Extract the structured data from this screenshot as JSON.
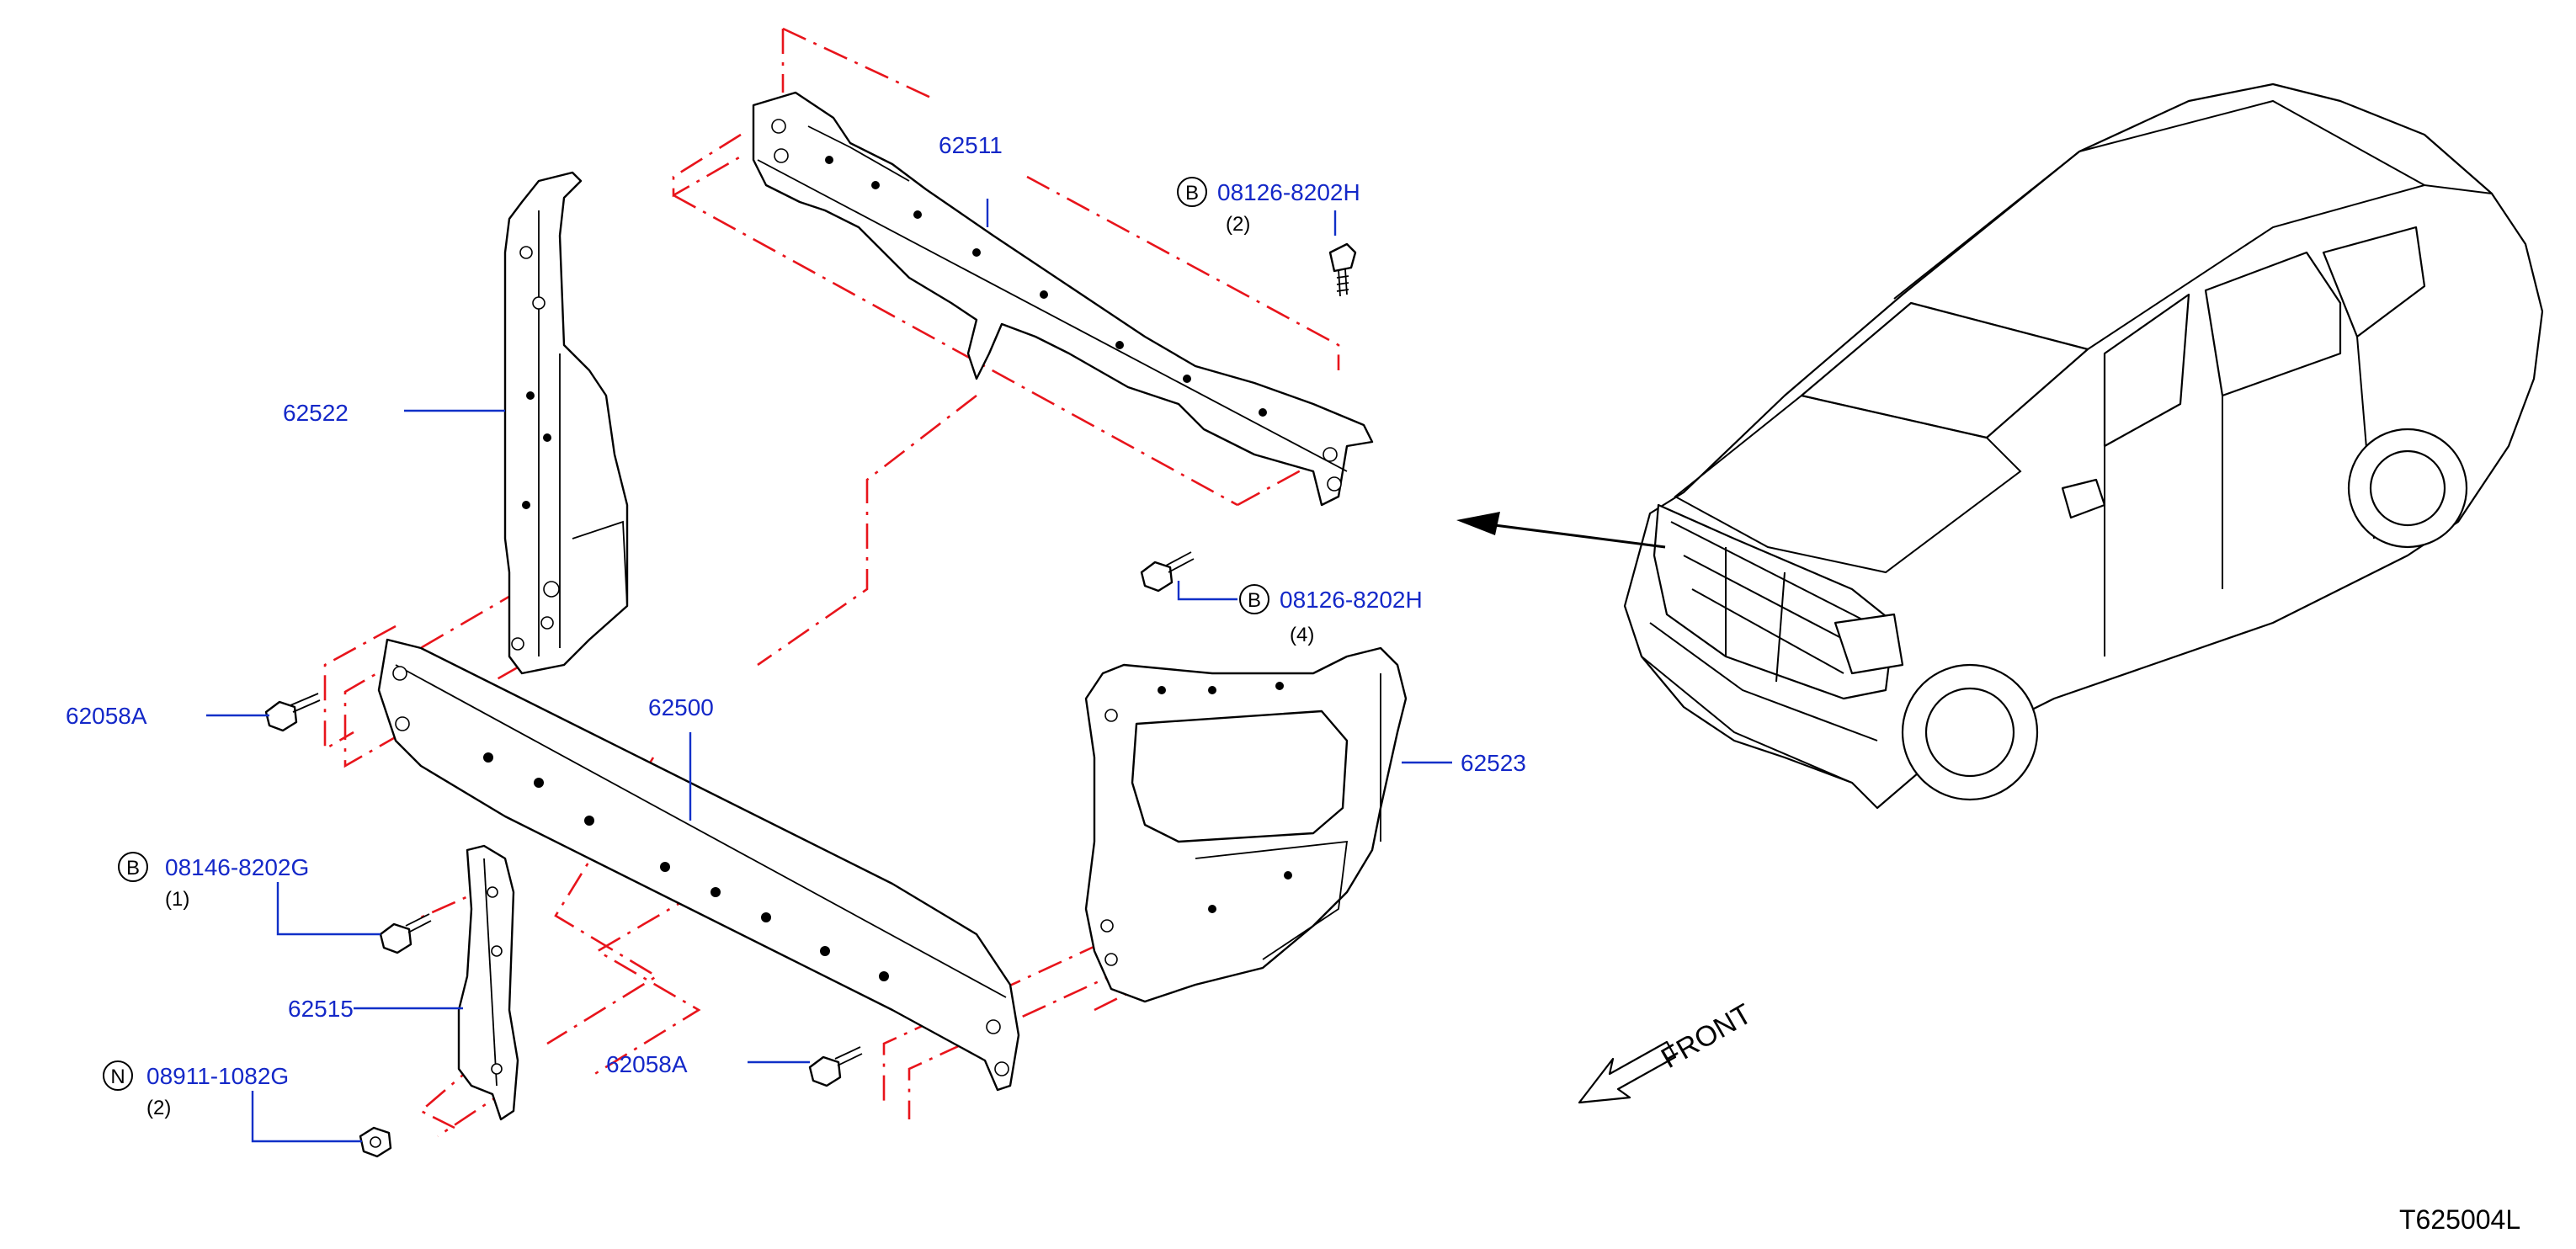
{
  "diagram": {
    "figure_code": "T625004L",
    "front_label": "FRONT",
    "parts": {
      "p62511": "62511",
      "p62522": "62522",
      "p62500": "62500",
      "p62523": "62523",
      "p62515": "62515",
      "p62058a_left": "62058A",
      "p62058a_bottom": "62058A"
    },
    "fasteners": {
      "bolt_top": {
        "badge": "B",
        "number": "08126-8202H",
        "qty": "(2)"
      },
      "bolt_mid": {
        "badge": "B",
        "number": "08126-8202H",
        "qty": "(4)"
      },
      "bolt_left": {
        "badge": "B",
        "number": "08146-8202G",
        "qty": "(1)"
      },
      "nut_left": {
        "badge": "N",
        "number": "08911-1082G",
        "qty": "(2)"
      }
    }
  },
  "colors": {
    "label_blue": "#1428c8",
    "leader_blue": "#1030c8",
    "dash_red": "#e8141b",
    "outline": "#000000"
  },
  "icons": [
    "bolt-icon",
    "nut-icon",
    "front-arrow-icon",
    "vehicle-icon"
  ]
}
